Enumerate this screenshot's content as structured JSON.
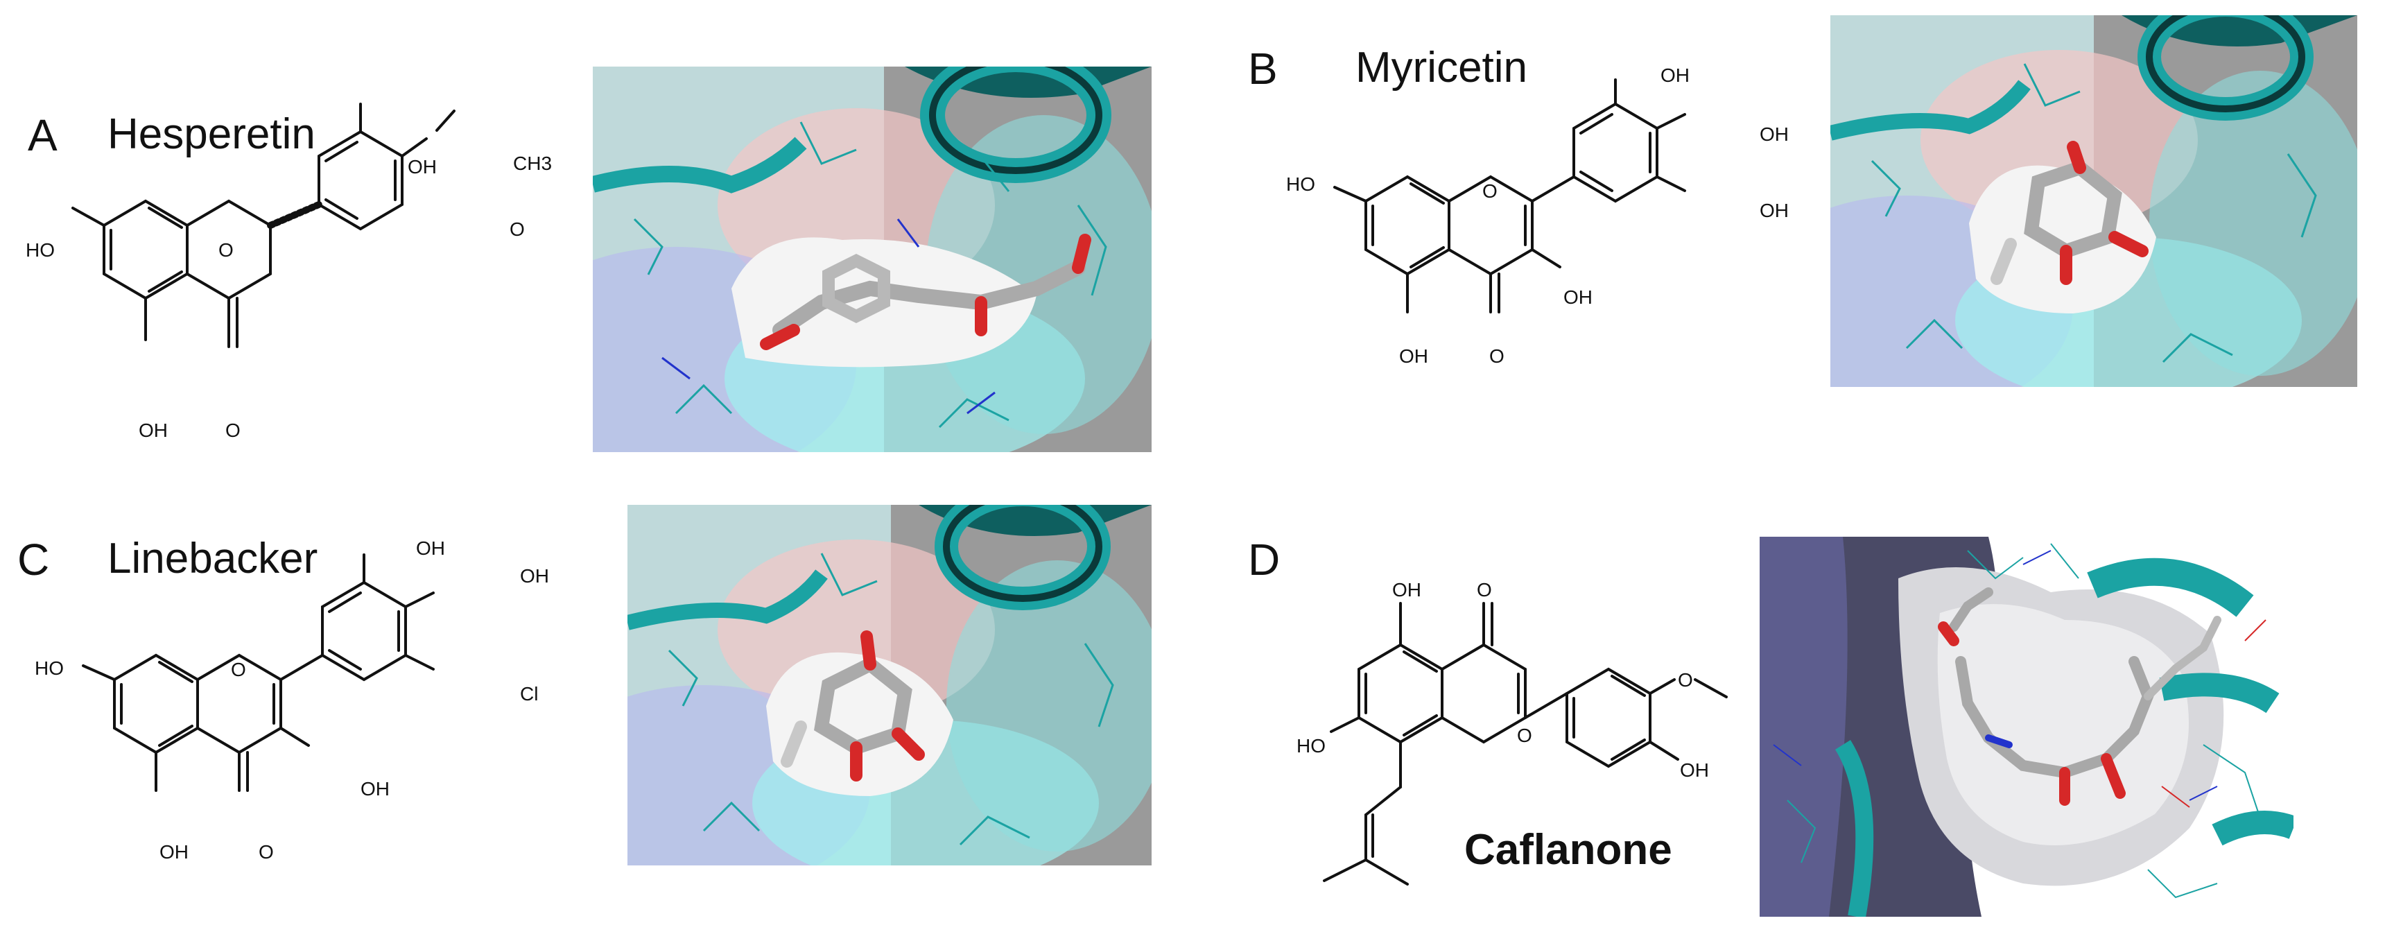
{
  "panels": [
    {
      "letter": "A",
      "name": "Hesperetin",
      "atoms": {
        "oh_top": "OH",
        "och3": "CH3",
        "o_methoxy": "O",
        "oh_left": "HO",
        "o_ring": "O",
        "oh_bottom": "OH",
        "o_keto": "O"
      }
    },
    {
      "letter": "B",
      "name": "Myricetin",
      "atoms": {
        "oh_top": "OH",
        "oh_right": "OH",
        "oh_right2": "OH",
        "oh_left": "HO",
        "o_ring": "O",
        "oh_3": "OH",
        "oh_bottom": "OH",
        "o_keto": "O"
      }
    },
    {
      "letter": "C",
      "name": "Linebacker",
      "atoms": {
        "oh_top": "OH",
        "oh_right": "OH",
        "cl": "Cl",
        "oh_left": "HO",
        "o_ring": "O",
        "oh_3": "OH",
        "oh_bottom": "OH",
        "o_keto": "O"
      }
    },
    {
      "letter": "D",
      "name": "Caflanone",
      "atoms": {
        "oh_top": "OH",
        "o_keto": "O",
        "oh_left": "HO",
        "o_ring": "O",
        "o_methoxy": "O",
        "oh_right": "OH"
      }
    }
  ],
  "colors": {
    "surface_grey": "#9a9a9a",
    "cavity_white": "#f4f4f4",
    "teal_ribbon": "#1ba3a3",
    "dark_teal": "#0e5f5f",
    "cyan_tint": "#9ff0f0",
    "pink_tint": "#f3c6c6",
    "blue_tint": "#b8b8f0",
    "oxygen_red": "#d62828",
    "carbon_grey": "#9a9a9a"
  }
}
